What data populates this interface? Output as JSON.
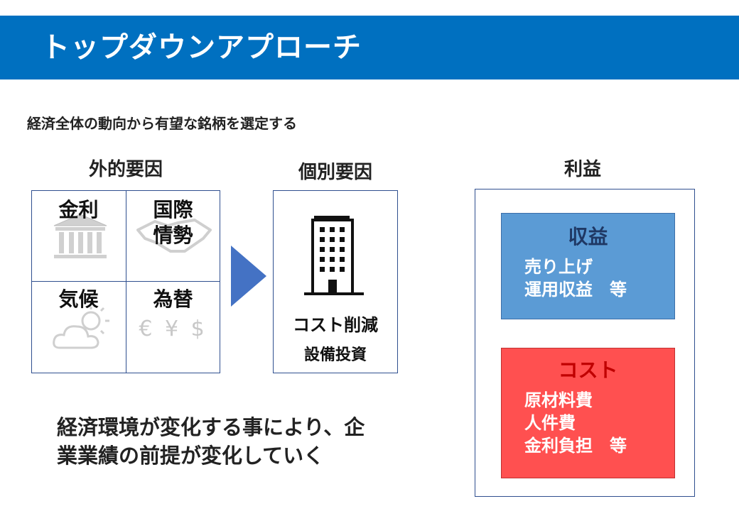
{
  "slide": {
    "title": "トップダウンアプローチ",
    "subtitle": "経済全体の動向から有望な銘柄を選定する",
    "external": {
      "label": "外的要因",
      "cells": {
        "interest": "金利",
        "world_line1": "国際",
        "world_line2": "情勢",
        "weather": "気候",
        "fx": "為替",
        "fx_symbols": "€ ¥ $"
      }
    },
    "individual": {
      "label": "個別要因",
      "line1": "コスト削減",
      "line2": "設備投資"
    },
    "profit": {
      "label": "利益",
      "revenue": {
        "title": "収益",
        "items": [
          "売り上げ",
          "運用収益　等"
        ]
      },
      "cost": {
        "title": "コスト",
        "items": [
          "原材料費",
          "人件費",
          "金利負担　等"
        ]
      }
    },
    "statement": {
      "line1": "経済環境が変化する事により、企",
      "line2": "業業績の前提が変化していく"
    }
  },
  "colors": {
    "banner": "#0070c0",
    "revenue_box": "#5b9bd5",
    "cost_box": "#ff5050",
    "arrow": "#4472c4",
    "revenue_title": "#1f3864",
    "cost_title": "#c00000"
  }
}
